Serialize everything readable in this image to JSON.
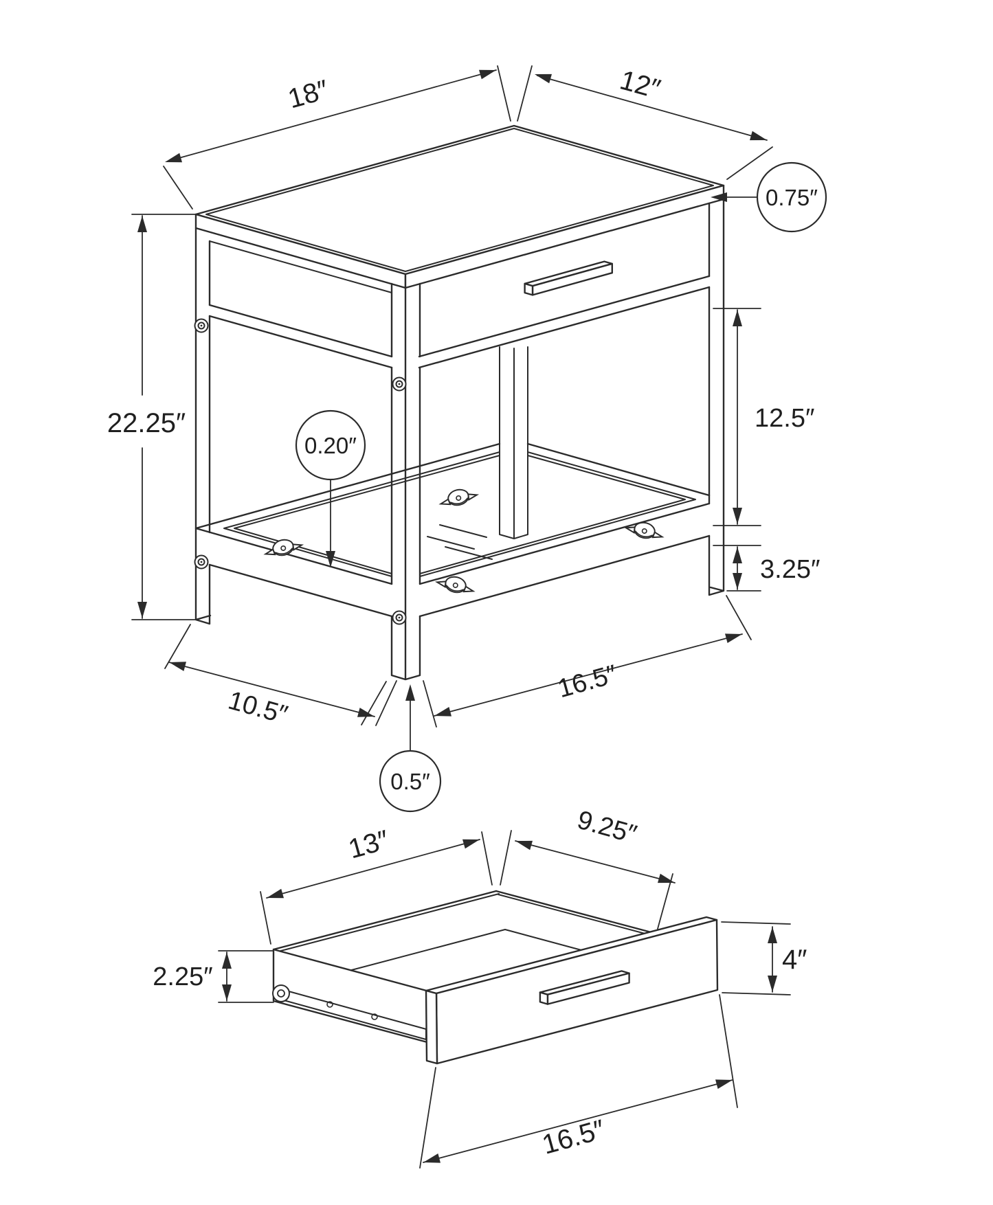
{
  "diagram_type": "furniture-dimension-drawing",
  "colors": {
    "line": "#2b2b2b",
    "background": "#ffffff",
    "text": "#1f1f1f"
  },
  "table_view": {
    "name": "side-table-isometric-view",
    "dims": {
      "top_depth": "18″",
      "top_width": "12″",
      "top_thickness": "0.75″",
      "overall_height": "22.25″",
      "drawer_to_shelf": "12.5″",
      "glass_thickness": "0.20″",
      "shelf_clearance": "3.25″",
      "base_side": "10.5″",
      "base_front": "16.5″",
      "leg_width": "0.5″"
    }
  },
  "drawer_view": {
    "name": "drawer-isometric-view",
    "dims": {
      "inner_width": "13″",
      "inner_depth": "9.25″",
      "side_height": "2.25″",
      "front_height": "4″",
      "front_width": "16.5″"
    }
  }
}
